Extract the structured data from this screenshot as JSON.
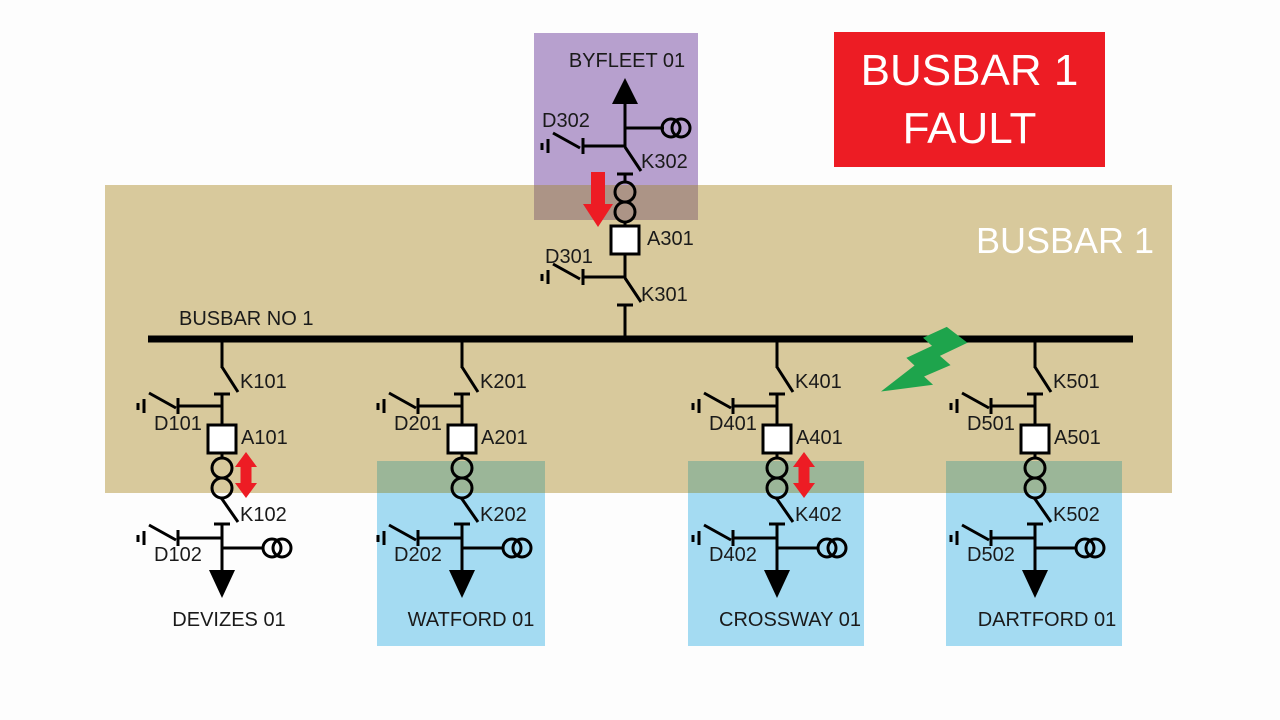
{
  "title_banner": {
    "line1": "BUSBAR 1",
    "line2": "FAULT"
  },
  "busbar": {
    "zone_label": "BUSBAR 1",
    "name_label": "BUSBAR NO 1"
  },
  "source": {
    "name": "BYFLEET 01",
    "top_disconnector": "D302",
    "top_switch": "K302",
    "breaker": "A301",
    "bottom_disconnector": "D301",
    "bottom_switch": "K301"
  },
  "feeders": [
    {
      "name": "DEVIZES 01",
      "busbar_switch": "K101",
      "busbar_disconnector": "D101",
      "breaker": "A101",
      "feeder_switch": "K102",
      "feeder_disconnector": "D102"
    },
    {
      "name": "WATFORD 01",
      "busbar_switch": "K201",
      "busbar_disconnector": "D201",
      "breaker": "A201",
      "feeder_switch": "K202",
      "feeder_disconnector": "D202"
    },
    {
      "name": "CROSSWAY 01",
      "busbar_switch": "K401",
      "busbar_disconnector": "D401",
      "breaker": "A401",
      "feeder_switch": "K402",
      "feeder_disconnector": "D402"
    },
    {
      "name": "DARTFORD 01",
      "busbar_switch": "K501",
      "busbar_disconnector": "D501",
      "breaker": "A501",
      "feeder_switch": "K502",
      "feeder_disconnector": "D502"
    }
  ],
  "colors": {
    "zone_tan": "#d8c99c",
    "source_purple": "#b7a0ce",
    "purple_tan_overlap": "#ac9486",
    "feeder_blue": "#a4dbf2",
    "blue_tan_overlap": "#9bb698",
    "alarm_red": "#ed1c24",
    "fault_green": "#1ea44c"
  }
}
